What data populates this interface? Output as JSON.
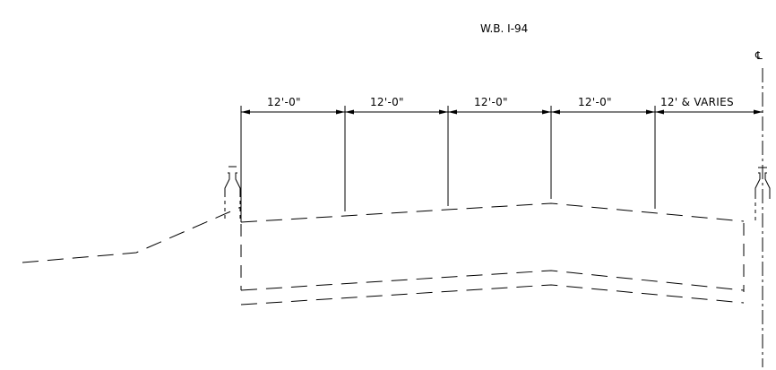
{
  "drawing": {
    "title": "W.B. I-94",
    "centerline_symbol": "℄",
    "dimensions": [
      "12'-0\"",
      "12'-0\"",
      "12'-0\"",
      "12'-0\"",
      "12' & VARIES"
    ]
  }
}
